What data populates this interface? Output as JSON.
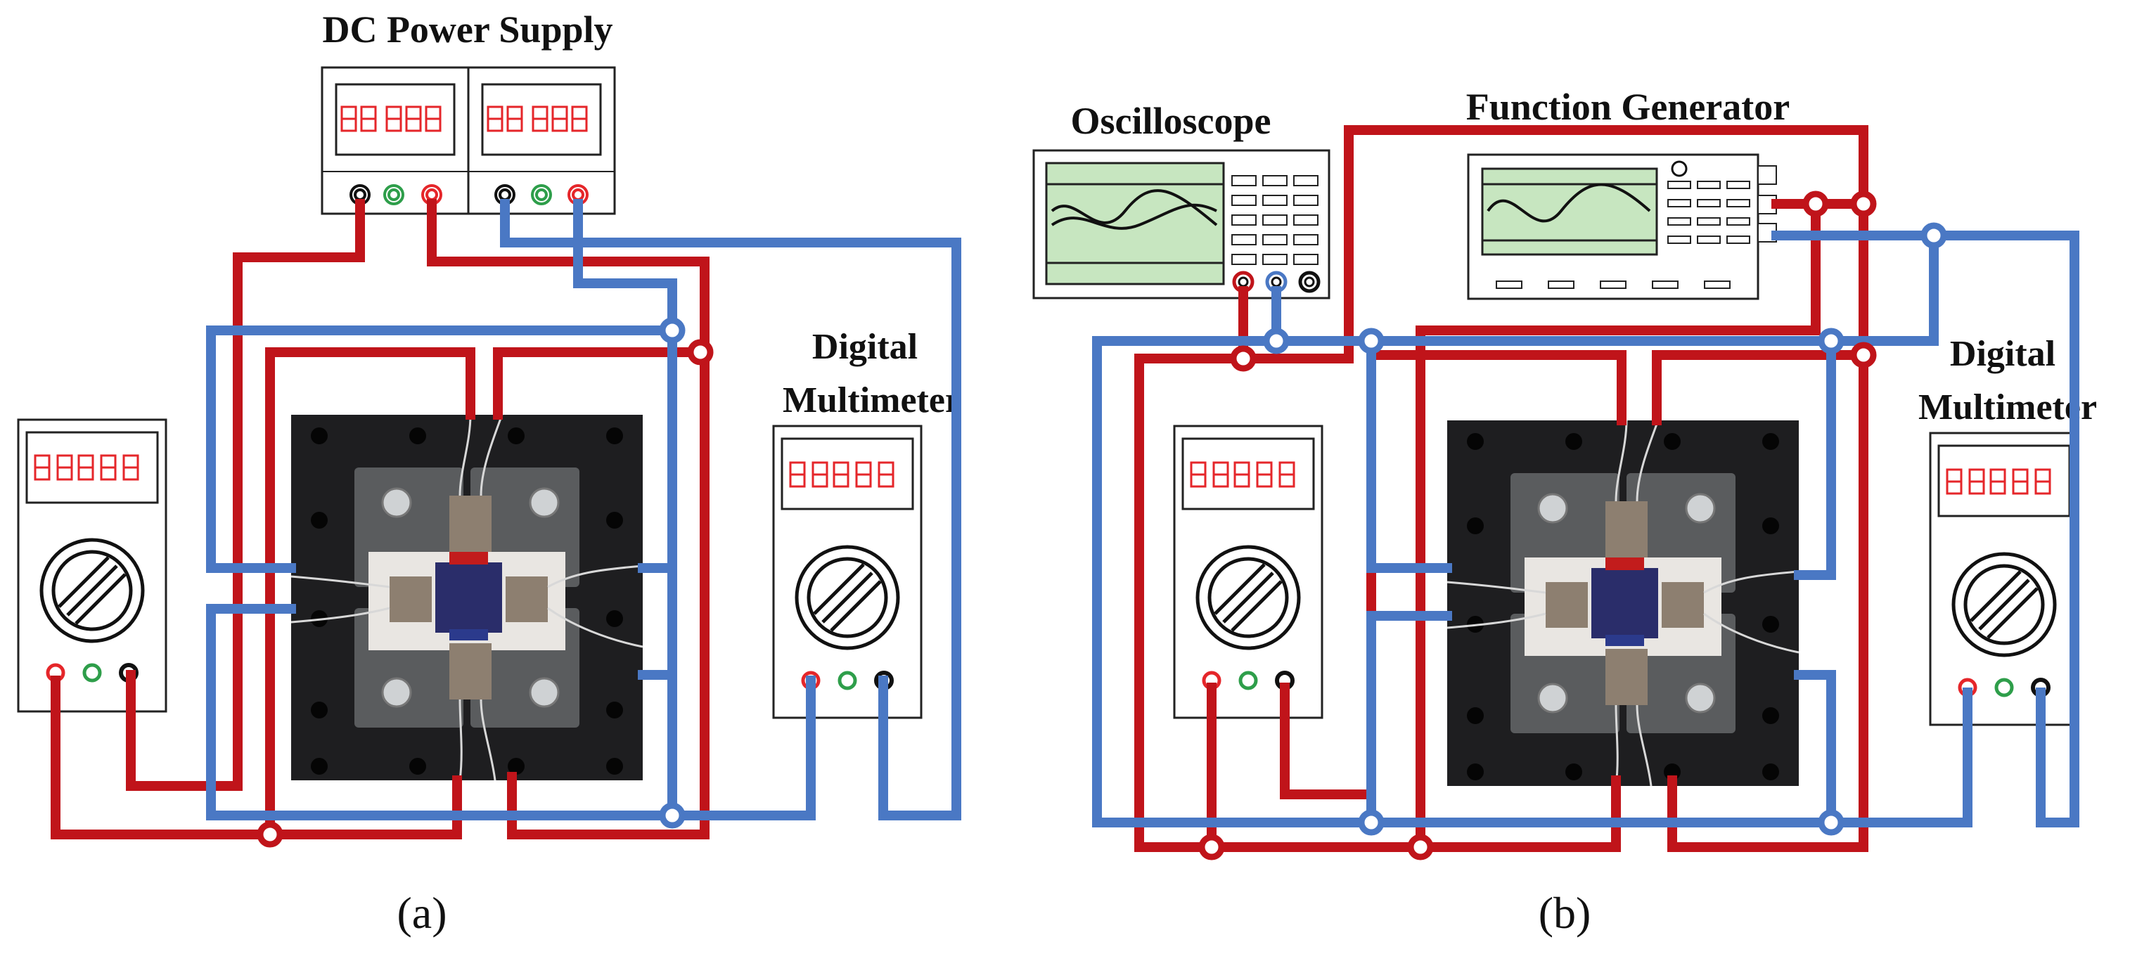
{
  "panel_a": {
    "power_supply_label": "DC Power Supply",
    "multimeter_label_line1": "Digital",
    "multimeter_label_line2": "Multimeter",
    "caption": "(a)"
  },
  "panel_b": {
    "oscilloscope_label": "Oscilloscope",
    "function_generator_label": "Function Generator",
    "multimeter_label_line1": "Digital",
    "multimeter_label_line2": "Multimeter",
    "caption": "(b)"
  },
  "colors": {
    "red_wire": "#c0141a",
    "blue_wire": "#4a78c4",
    "screen_green": "#c7e6c0",
    "display_red": "#e5262a",
    "terminal_green": "#2e9e4a"
  }
}
